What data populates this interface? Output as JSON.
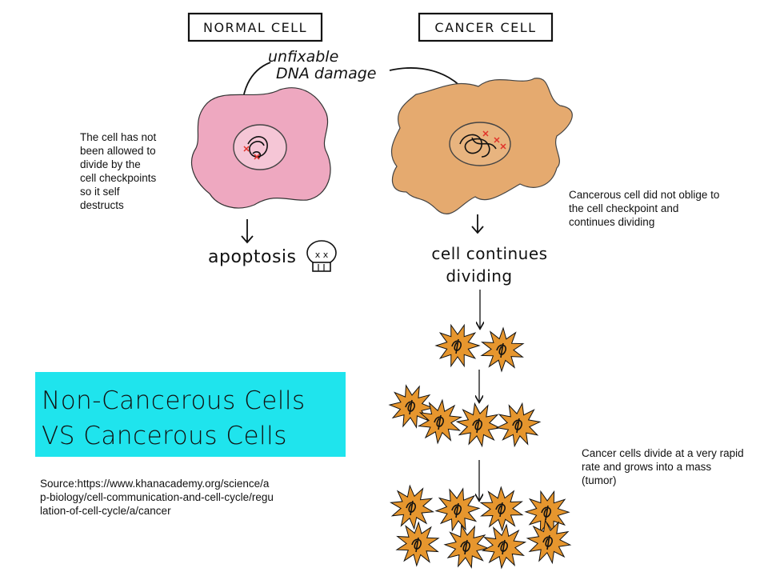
{
  "labels": {
    "normal_cell": "NORMAL CELL",
    "cancer_cell": "CANCER CELL",
    "damage_line1": "unfixable",
    "damage_line2": "DNA damage",
    "apoptosis": "apoptosis",
    "continues_line1": "cell continues",
    "continues_line2": "dividing"
  },
  "notes": {
    "normal": "The cell has not\nbeen allowed to\ndivide by the\ncell checkpoints\nso it self\ndestructs",
    "cancer": "Cancerous cell did not oblige to\nthe cell checkpoint and\ncontinues dividing",
    "tumor": "Cancer cells divide at a very rapid\nrate and grows into a mass\n(tumor)"
  },
  "title": {
    "line1": "Non-Cancerous Cells",
    "line2": "VS Cancerous Cells"
  },
  "source": "Source:https://www.khanacademy.org/science/a\np-biology/cell-communication-and-cell-cycle/regu\nlation-of-cell-cycle/a/cancer",
  "colors": {
    "normal_cell_fill": "#eea8c0",
    "normal_nucleus_fill": "#f5c6d6",
    "cancer_cell_fill": "#e5aa6f",
    "cancer_nucleus_fill": "#e8b47f",
    "tumor_cell_fill": "#e6962e",
    "title_background": "#1fe4ed",
    "dna_damage_marks": "#e0322a"
  }
}
